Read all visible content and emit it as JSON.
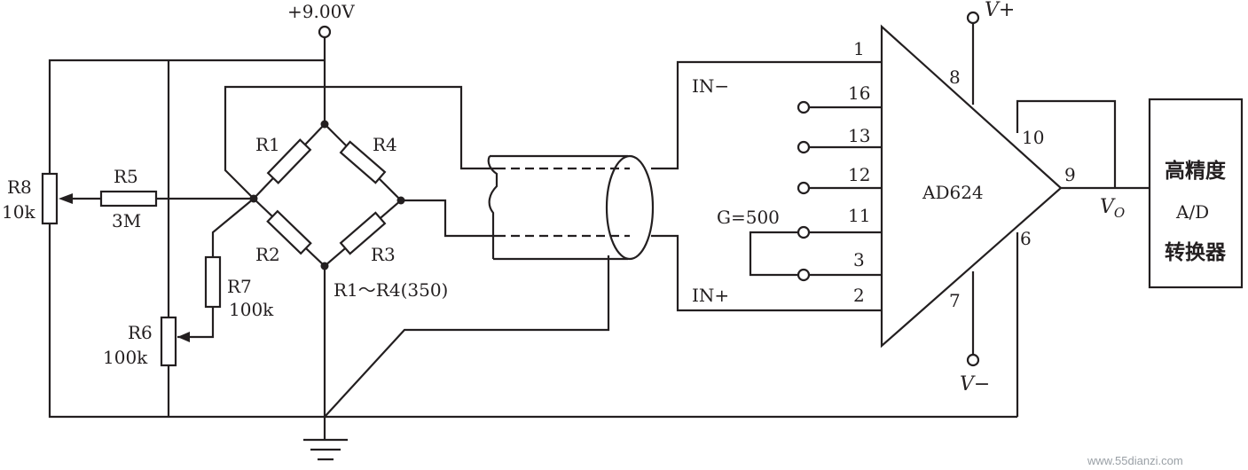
{
  "supply": {
    "top": "+9.00V",
    "vplus": "V+",
    "vminus": "V−"
  },
  "resistors": {
    "r1": "R1",
    "r2": "R2",
    "r3": "R3",
    "r4": "R4",
    "bridge_note": "R1～R4(350)",
    "r5": "R5",
    "r5_value": "3M",
    "r6": "R6",
    "r6_value": "100k",
    "r7": "R7",
    "r7_value": "100k",
    "r8": "R8",
    "r8_value": "10k"
  },
  "amplifier": {
    "name": "AD624",
    "gain": "G=500",
    "in_minus": "IN−",
    "in_plus": "IN+",
    "pins": {
      "p1": "1",
      "p16": "16",
      "p13": "13",
      "p12": "12",
      "p11": "11",
      "p3": "3",
      "p2": "2",
      "p8": "8",
      "p10": "10",
      "p9": "9",
      "p6": "6",
      "p7": "7"
    }
  },
  "output": {
    "vo_main": "V",
    "vo_sub": "O"
  },
  "adc": {
    "line1": "高精度",
    "line2": "A/D",
    "line3": "转换器"
  },
  "watermark": "www.55dianzi.com"
}
